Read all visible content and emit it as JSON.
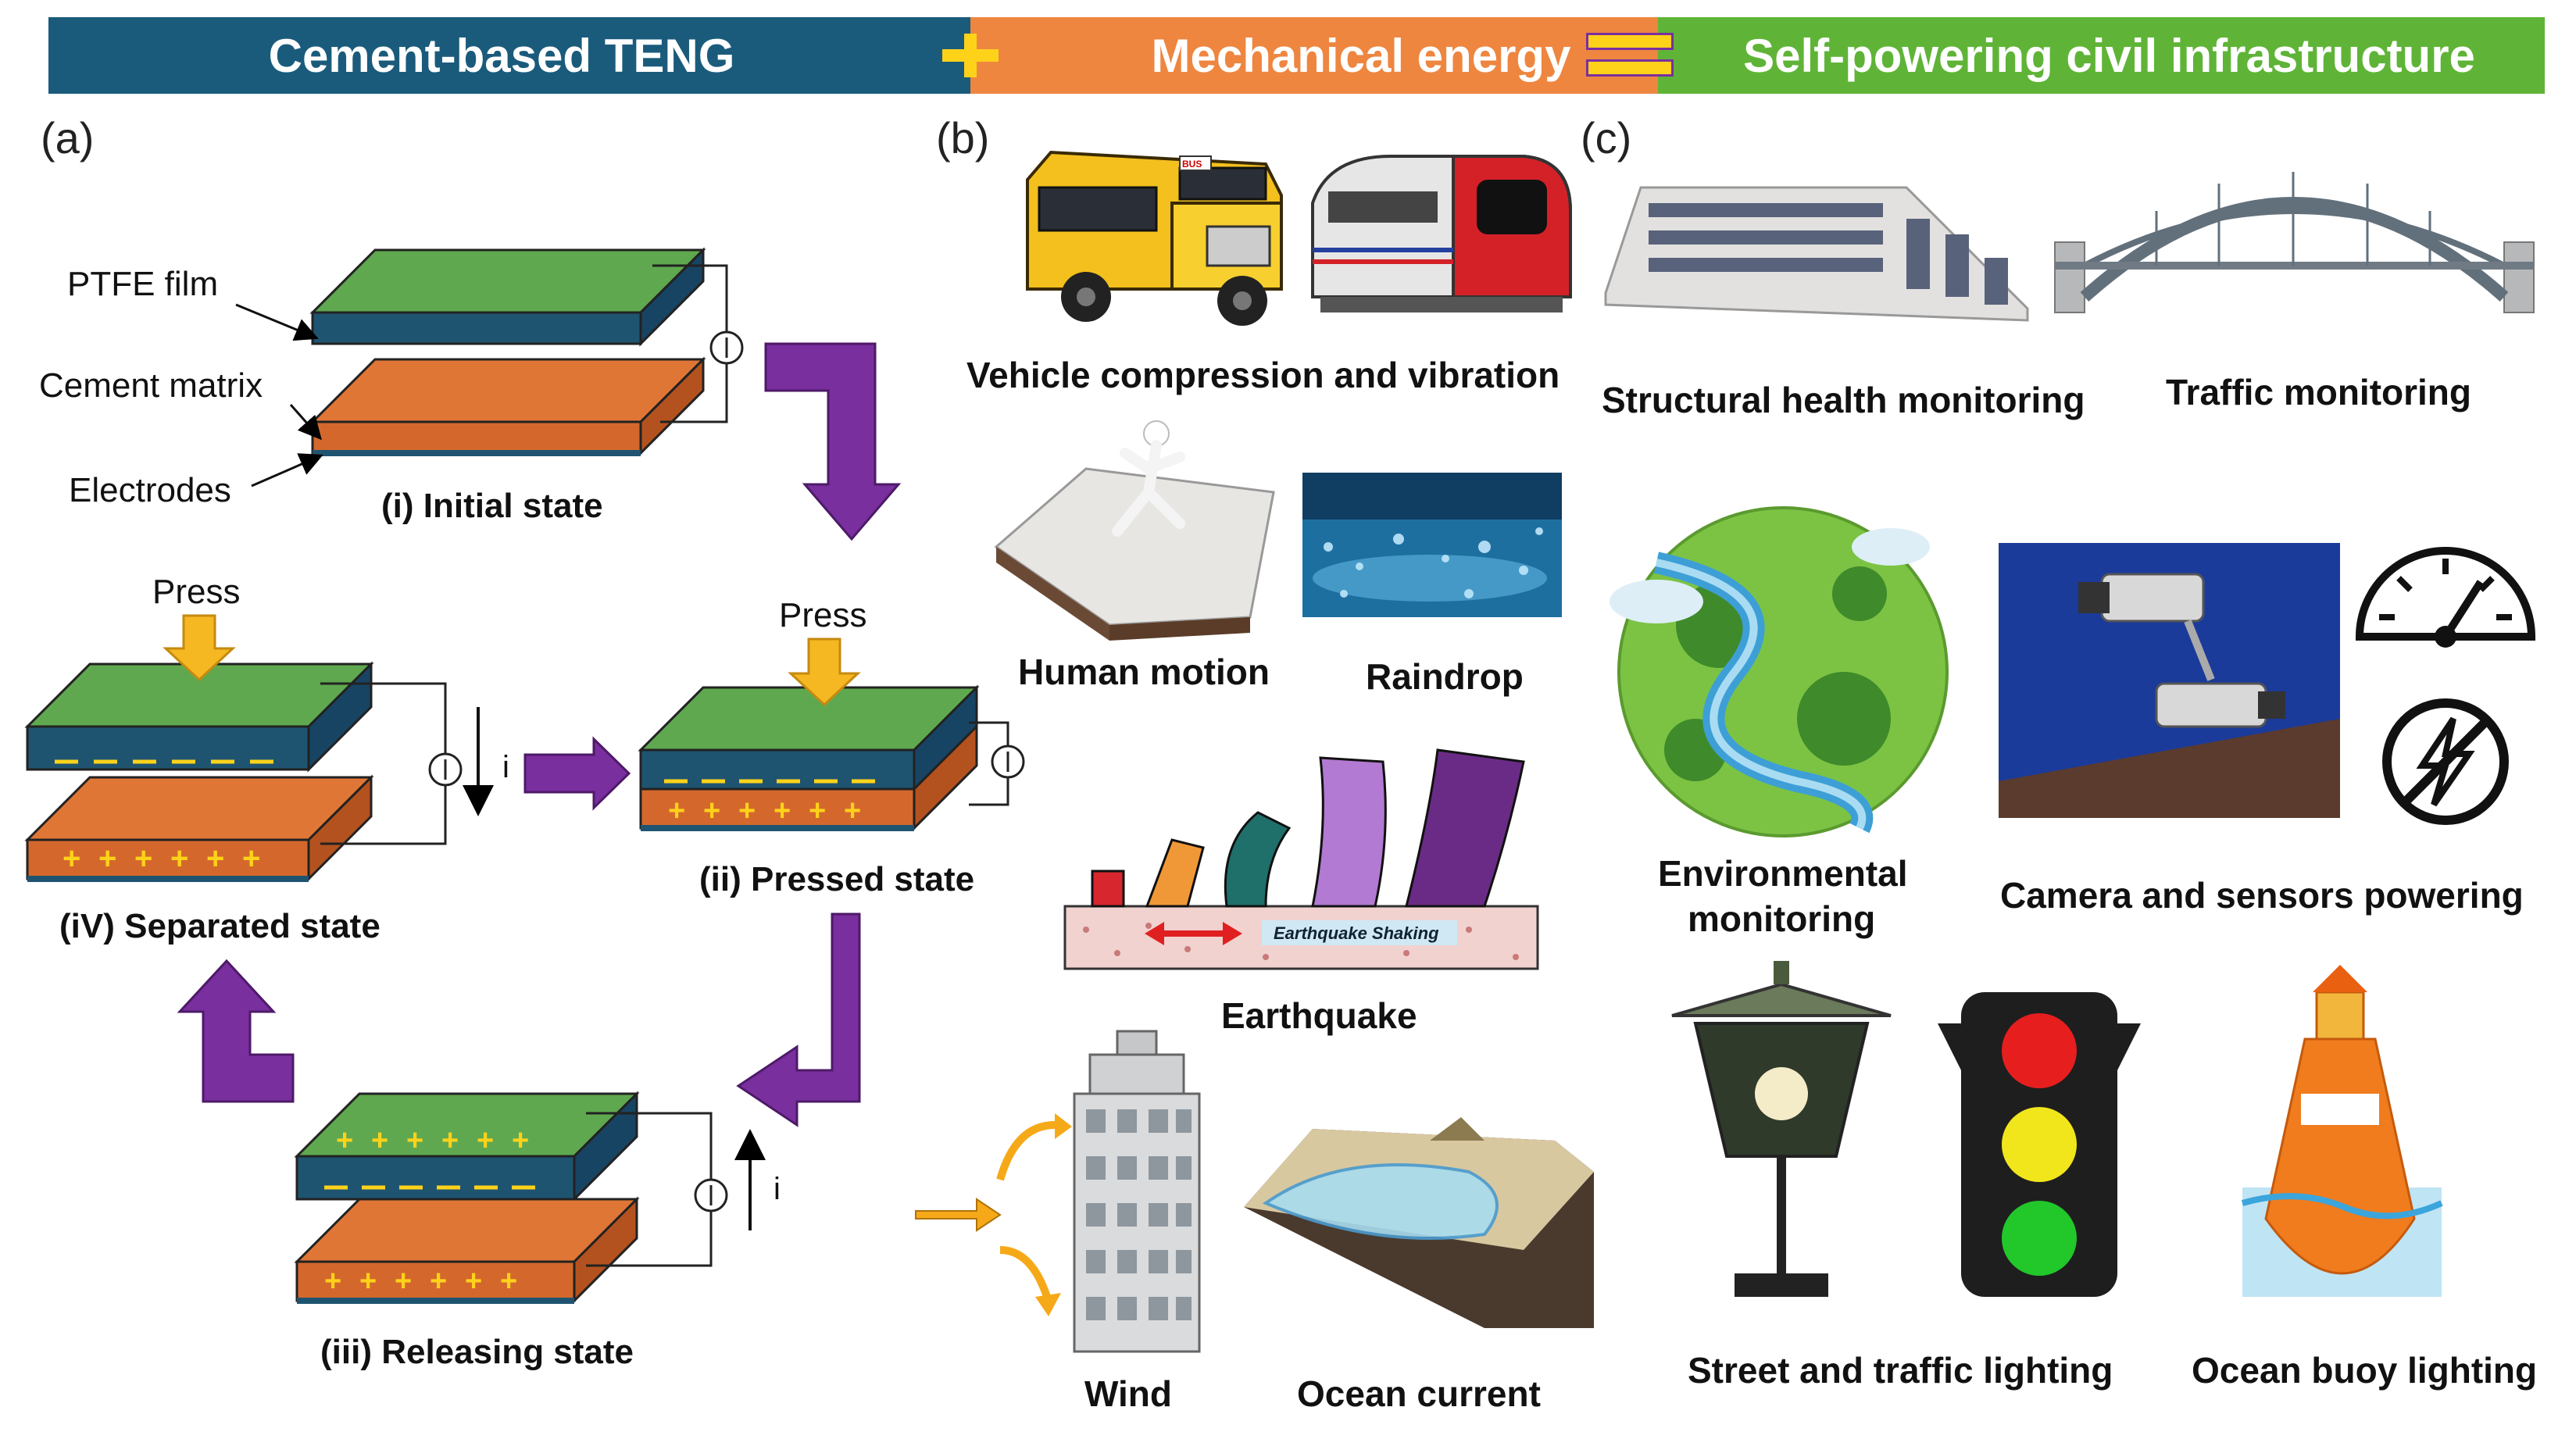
{
  "banner": {
    "teng": "Cement-based TENG",
    "mechanical": "Mechanical energy",
    "infra": "Self-powering civil infrastructure",
    "colors": {
      "teng": "#1a5b7c",
      "mechanical": "#ee8640",
      "infra": "#5fb437",
      "symbol": "#ffd21a",
      "arrow": "#7a2f9e"
    }
  },
  "panel_a": {
    "label": "(a)",
    "ptfe_film": "PTFE film",
    "cement_matrix": "Cement matrix",
    "electrodes": "Electrodes",
    "press": "Press",
    "current": "i",
    "state_initial": "(i) Initial state",
    "state_pressed": "(ii) Pressed state",
    "state_releasing": "(iii) Releasing state",
    "state_separated": "(iV) Separated state",
    "colors": {
      "ptfe": "#4f9a44",
      "electrode": "#1f5471",
      "cement": "#d4682c"
    }
  },
  "panel_b": {
    "label": "(b)",
    "vehicle": "Vehicle compression and vibration",
    "human": "Human motion",
    "raindrop": "Raindrop",
    "earthquake": "Earthquake",
    "earthquake_shaking": "Earthquake Shaking",
    "wind": "Wind",
    "ocean": "Ocean current",
    "bus_sign": "BUS"
  },
  "panel_c": {
    "label": "(c)",
    "structural": "Structural health monitoring",
    "traffic_mon": "Traffic monitoring",
    "environmental_1": "Environmental",
    "environmental_2": "monitoring",
    "camera": "Camera and sensors powering",
    "street": "Street  and traffic lighting",
    "buoy": "Ocean buoy  lighting"
  }
}
